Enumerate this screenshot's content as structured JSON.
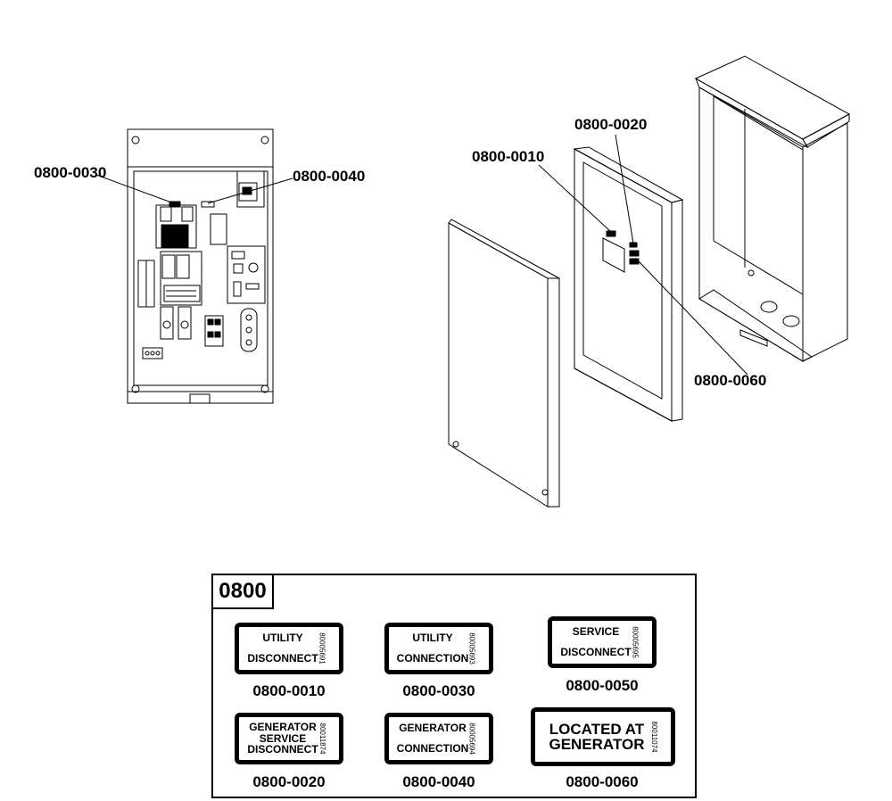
{
  "callouts": {
    "c0030": "0800-0030",
    "c0040": "0800-0040",
    "c0010": "0800-0010",
    "c0020": "0800-0020",
    "c0060": "0800-0060"
  },
  "legend": {
    "title": "0800",
    "items": [
      {
        "lines": [
          "UTILITY",
          "DISCONNECT"
        ],
        "code": "80005691",
        "part": "0800-0010"
      },
      {
        "lines": [
          "UTILITY",
          "CONNECTION"
        ],
        "code": "80005693",
        "part": "0800-0030"
      },
      {
        "lines": [
          "SERVICE",
          "DISCONNECT"
        ],
        "code": "80005695",
        "part": "0800-0050"
      },
      {
        "lines": [
          "GENERATOR",
          "SERVICE",
          "DISCONNECT"
        ],
        "code": "80011874",
        "part": "0800-0020"
      },
      {
        "lines": [
          "GENERATOR",
          "CONNECTION"
        ],
        "code": "80005694",
        "part": "0800-0040"
      },
      {
        "lines": [
          "LOCATED AT",
          "GENERATOR"
        ],
        "code": "80011074",
        "part": "0800-0060"
      }
    ]
  }
}
